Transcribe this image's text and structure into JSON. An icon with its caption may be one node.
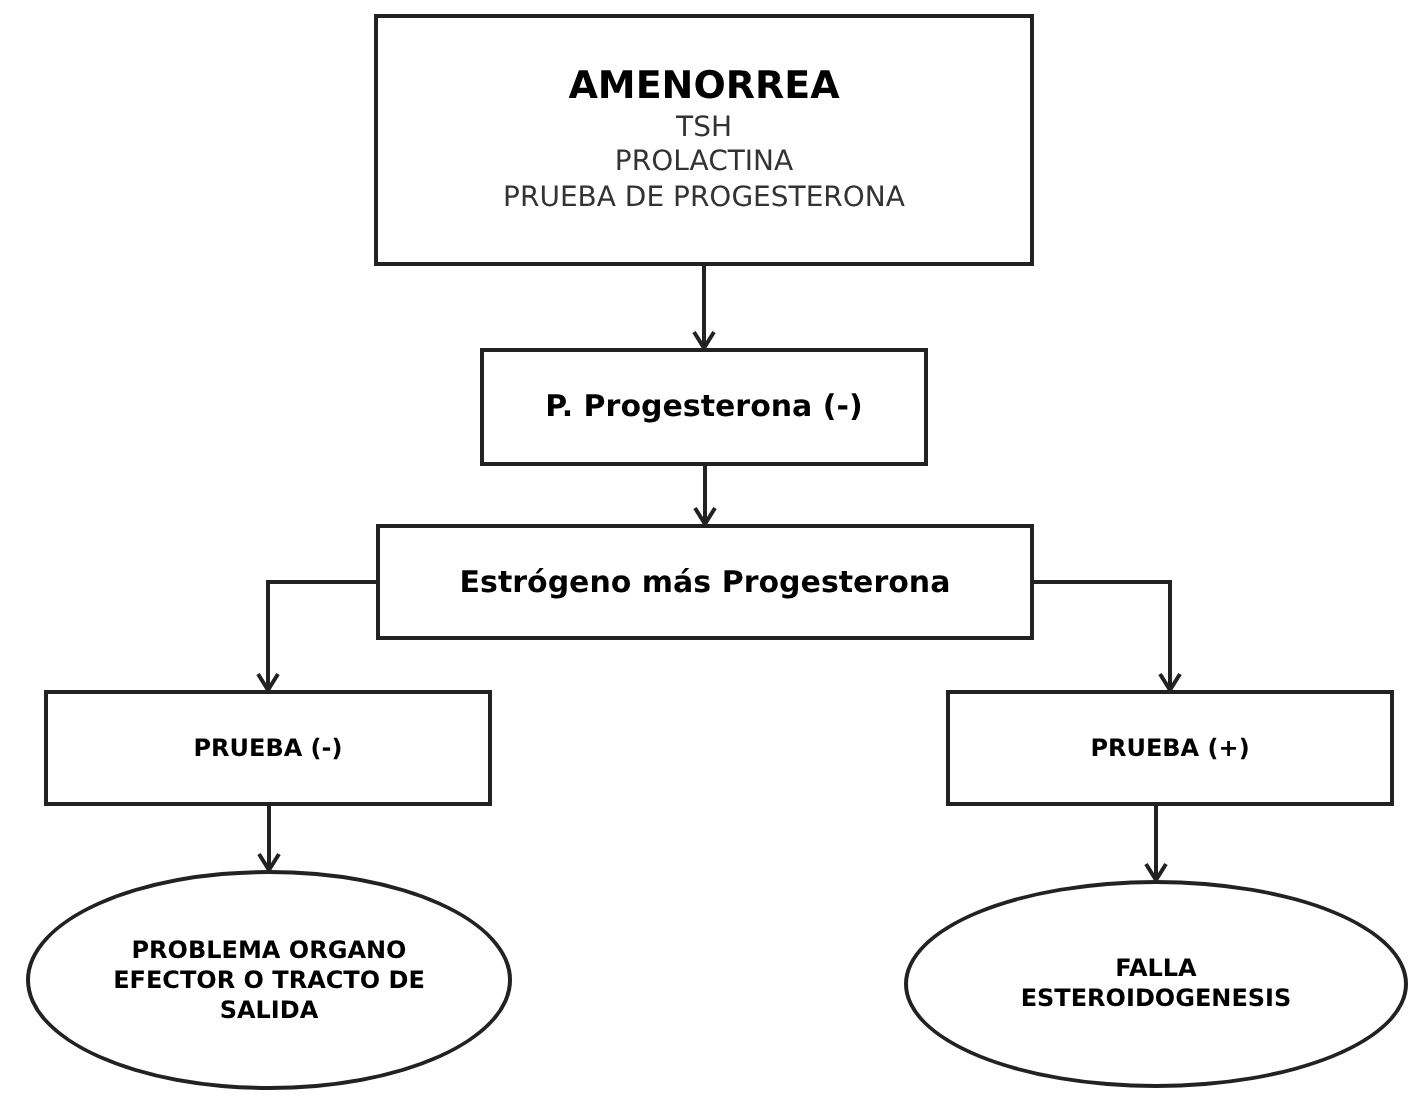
{
  "diagram": {
    "nodes": [
      {
        "text": [
          "AMENORREA",
          "TSH",
          "PROLACTINA",
          "PRUEBA DE PROGESTERONA"
        ]
      },
      {
        "text": [
          "P. Progesterona (-)"
        ]
      },
      {
        "text": [
          "Estrógeno más Progesterona"
        ]
      },
      {
        "text": [
          "PRUEBA (-)"
        ]
      },
      {
        "text": [
          "PRUEBA (+)"
        ]
      },
      {
        "text": [
          "PROBLEMA ORGANO EFECTOR O TRACTO DE SALIDA"
        ]
      },
      {
        "text": [
          "FALLA ESTEROIDOGENESIS"
        ]
      }
    ],
    "edges": [
      {
        "from": 0,
        "to": 1,
        "arrow": "to"
      },
      {
        "from": 1,
        "to": 2,
        "arrow": "to"
      },
      {
        "from": 2,
        "to": 3,
        "arrow": "to"
      },
      {
        "from": 2,
        "to": 4,
        "arrow": "to"
      },
      {
        "from": 3,
        "to": 5,
        "arrow": "to"
      },
      {
        "from": 4,
        "to": 6,
        "arrow": "to"
      }
    ]
  }
}
